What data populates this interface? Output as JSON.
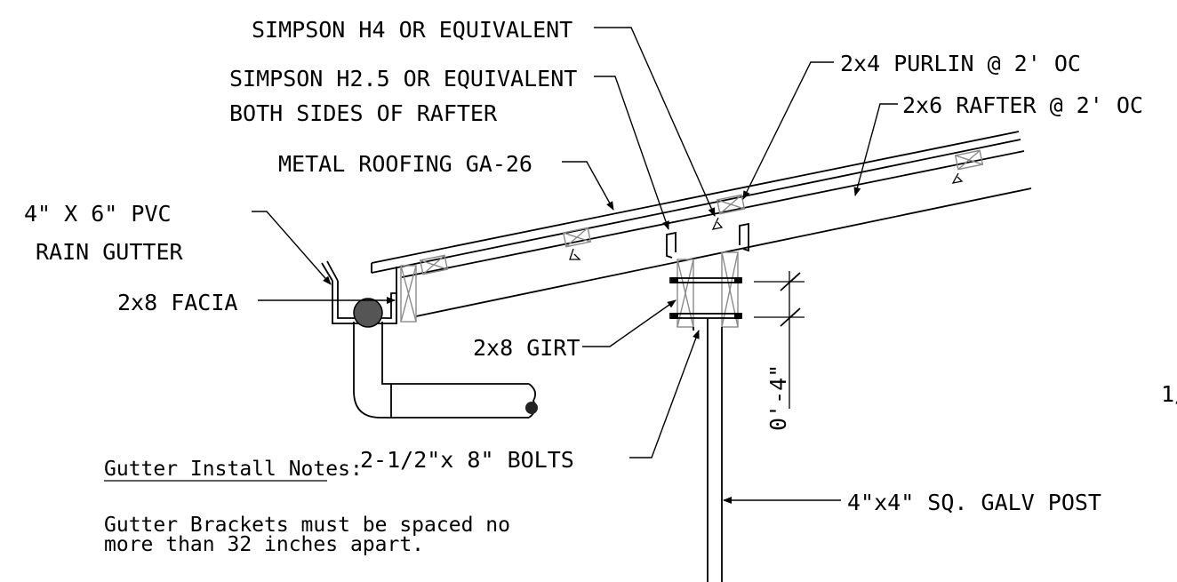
{
  "labels": {
    "simpson_h4": "SIMPSON H4 OR EQUIVALENT",
    "simpson_h25_line1": "SIMPSON H2.5 OR EQUIVALENT",
    "simpson_h25_line2": "BOTH SIDES OF RAFTER",
    "purlin": "2x4 PURLIN @ 2' OC",
    "rafter": "2x6 RAFTER @ 2' OC",
    "metal_roofing": "METAL ROOFING GA-26",
    "gutter_line1": "4\" X 6\" PVC",
    "gutter_line2": "RAIN GUTTER",
    "facia": "2x8 FACIA",
    "girt": "2x8 GIRT",
    "bolts": "2-1/2\"x 8\" BOLTS",
    "post": "4\"x4\" SQ. GALV POST",
    "dimension": "0'-4\""
  },
  "notes": {
    "heading": "Gutter Install Notes:",
    "line1": "Gutter Brackets must be spaced no",
    "line2": "more than 32 inches apart."
  },
  "edge_fragment": "1/"
}
